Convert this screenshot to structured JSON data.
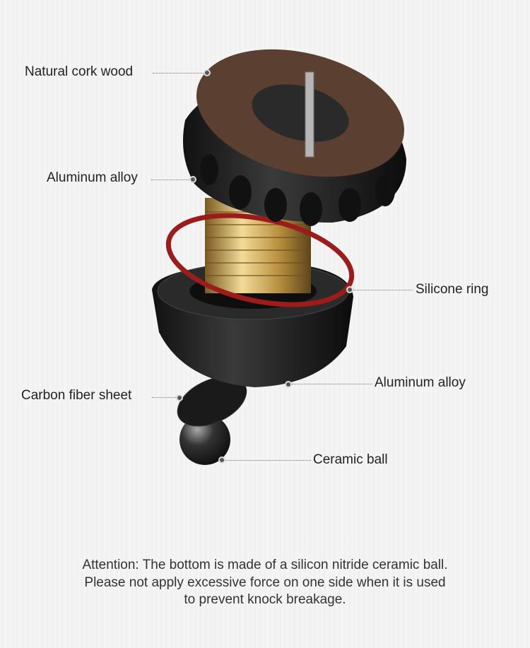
{
  "labels": {
    "cork": "Natural cork wood",
    "alu_top": "Aluminum alloy",
    "silicone": "Silicone ring",
    "alu_bottom": "Aluminum alloy",
    "carbon": "Carbon fiber sheet",
    "ceramic": "Ceramic ball"
  },
  "note": {
    "line1": "Attention: The bottom is made of a silicon nitride ceramic ball.",
    "line2": "Please not apply excessive force on one side when it is used",
    "line3": "to prevent knock breakage."
  },
  "colors": {
    "cork": "#5b4032",
    "metal": "#1e1e1e",
    "brass": "#c9a552",
    "ring": "#9c1c1c"
  }
}
